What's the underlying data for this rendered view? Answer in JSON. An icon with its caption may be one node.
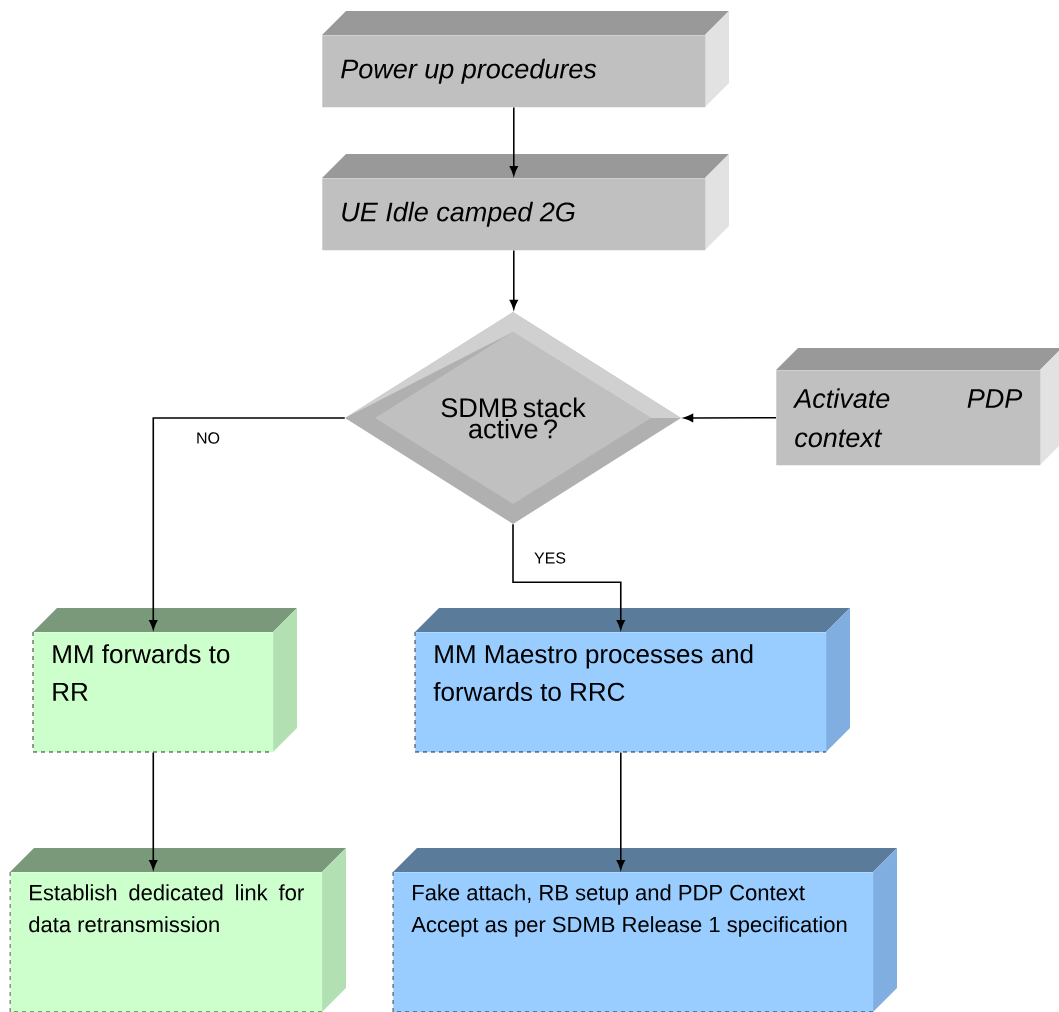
{
  "diagram": {
    "nodes": [
      {
        "text": [
          "Power up procedures"
        ]
      },
      {
        "text": [
          "UE Idle camped 2G"
        ]
      },
      {
        "text": [
          "SDMB stack active ?"
        ]
      },
      {
        "text": [
          "Activate PDP context"
        ]
      },
      {
        "text": [
          "MM forwards to RR"
        ]
      },
      {
        "text": [
          "MM Maestro processes and forwards to RRC"
        ]
      },
      {
        "text": [
          "Establish dedicated link for data retransmission"
        ]
      },
      {
        "text": [
          "Fake attach, RB setup and PDP Context Accept as per SDMB Release 1 specification"
        ]
      }
    ],
    "edges": [
      {
        "from": 0,
        "to": 1,
        "arrow": "to"
      },
      {
        "from": 1,
        "to": 2,
        "arrow": "to"
      },
      {
        "from": 3,
        "to": 2,
        "arrow": "to"
      },
      {
        "from": 2,
        "to": 4,
        "arrow": "to",
        "label": "NO"
      },
      {
        "from": 2,
        "to": 5,
        "arrow": "to",
        "label": "YES"
      },
      {
        "from": 4,
        "to": 6,
        "arrow": "to"
      },
      {
        "from": 5,
        "to": 7,
        "arrow": "to"
      }
    ]
  }
}
